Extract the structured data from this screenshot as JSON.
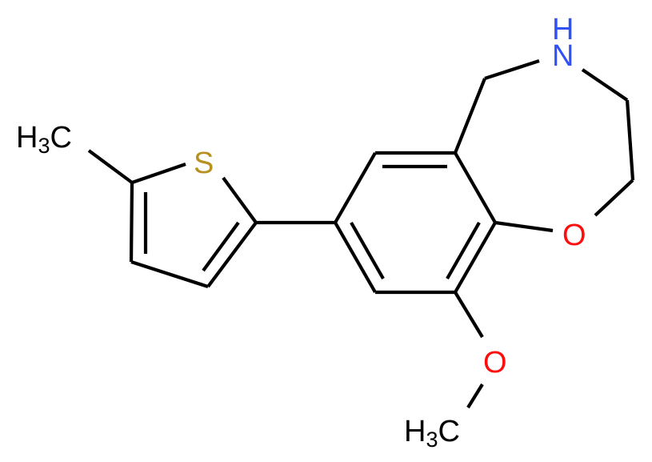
{
  "diagram": {
    "type": "chemical-structure",
    "name": "9-methoxy-7-(5-methylthiophen-2-yl)-2,3,4,5-tetrahydro-1,4-benzoxazepine",
    "colors": {
      "bond": "#000000",
      "carbon": "#000000",
      "nitrogen": "#3050F8",
      "oxygen": "#FF0D0D",
      "sulfur": "#B8901F",
      "background": "#FFFFFF"
    },
    "atom_labels": {
      "methyl_left": {
        "main": "H",
        "sub": "3",
        "tail": "C"
      },
      "sulfur": "S",
      "amine_h": "H",
      "amine_n": "N",
      "ring_oxygen": "O",
      "methoxy_oxygen": "O",
      "methyl_bottom": {
        "main": "H",
        "sub": "3",
        "tail": "C"
      }
    }
  }
}
